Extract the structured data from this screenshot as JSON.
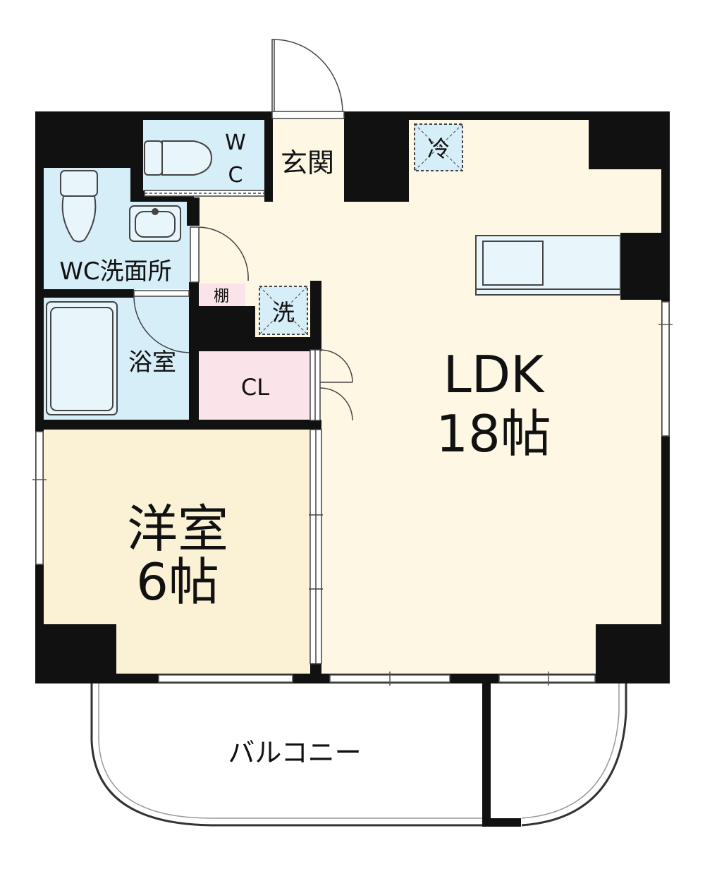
{
  "rooms": {
    "wc": {
      "label_line1": "W",
      "label_line2": "C"
    },
    "genkan": {
      "label": "玄関"
    },
    "fridge": {
      "label": "冷"
    },
    "wc_washroom": {
      "label": "WC洗面所"
    },
    "shelf": {
      "label": "棚"
    },
    "washer": {
      "label": "洗"
    },
    "bath": {
      "label": "浴室"
    },
    "closet": {
      "label": "CL"
    },
    "ldk": {
      "label": "LDK",
      "size": "18帖"
    },
    "western_room": {
      "label": "洋室",
      "size": "6帖"
    },
    "balcony": {
      "label": "バルコニー"
    }
  },
  "colors": {
    "wall": "#111111",
    "living_floor": "#fdf7e4",
    "western_floor": "#fbf2d6",
    "wet_area": "#d6eef8",
    "closet": "#fbe3ea",
    "fixture_stroke": "#444444"
  }
}
